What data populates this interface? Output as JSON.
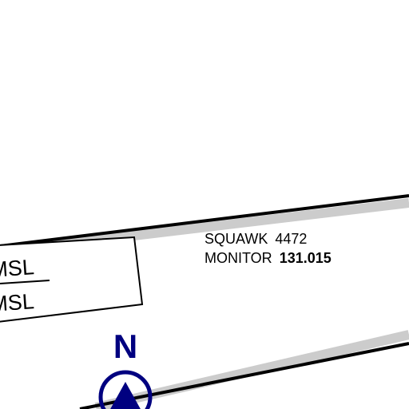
{
  "colors": {
    "boundary": "#000000",
    "buffer": "#cccccc",
    "north_arrow": "#000080",
    "background": "#ffffff"
  },
  "altitude_box": {
    "upper_label": "MSL",
    "lower_label": "MSL"
  },
  "squawk": {
    "label": "SQUAWK",
    "code": "4472"
  },
  "monitor": {
    "label": "MONITOR",
    "frequency": "131.015"
  },
  "north_arrow": {
    "letter": "N",
    "icon": "north-arrow-icon"
  }
}
